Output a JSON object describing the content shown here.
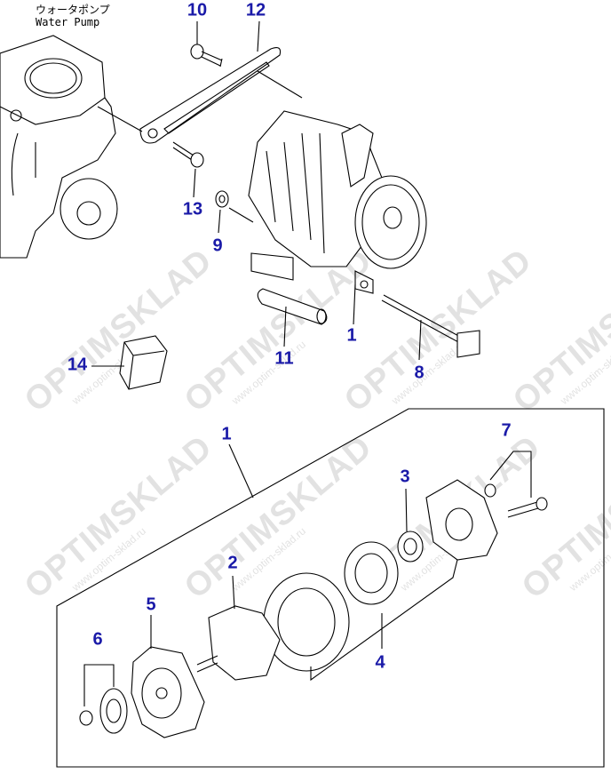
{
  "caption": {
    "japanese": "ウォータポンプ",
    "english": "Water Pump"
  },
  "callouts": [
    {
      "id": "10",
      "label": "10"
    },
    {
      "id": "12",
      "label": "12"
    },
    {
      "id": "13",
      "label": "13"
    },
    {
      "id": "9",
      "label": "9"
    },
    {
      "id": "1a",
      "label": "1"
    },
    {
      "id": "11",
      "label": "11"
    },
    {
      "id": "8",
      "label": "8"
    },
    {
      "id": "14",
      "label": "14"
    },
    {
      "id": "1b",
      "label": "1"
    },
    {
      "id": "7",
      "label": "7"
    },
    {
      "id": "3",
      "label": "3"
    },
    {
      "id": "2",
      "label": "2"
    },
    {
      "id": "5",
      "label": "5"
    },
    {
      "id": "6",
      "label": "6"
    },
    {
      "id": "4",
      "label": "4"
    }
  ],
  "watermark": {
    "brand": "OPTIMSKLAD",
    "url": "www.optim-sklad.ru"
  },
  "colors": {
    "callout": "#1a1aa8",
    "line": "#000000"
  }
}
